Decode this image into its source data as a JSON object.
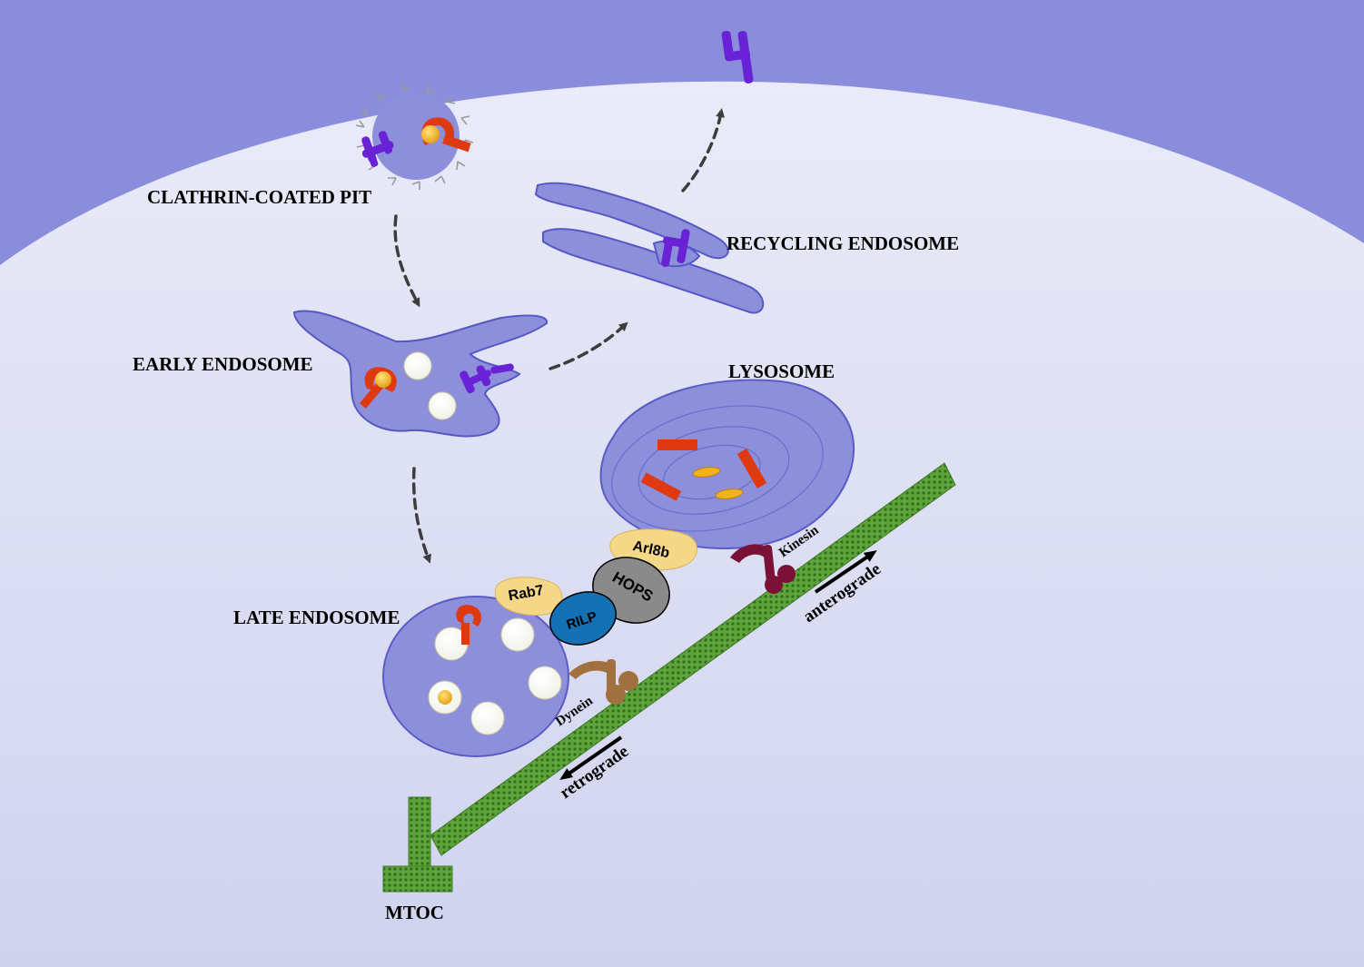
{
  "labels": {
    "clathrin_coated_pit": "CLATHRIN-COATED PIT",
    "early_endosome": "EARLY ENDOSOME",
    "recycling_endosome": "RECYCLING ENDOSOME",
    "lysosome": "LYSOSOME",
    "late_endosome": "LATE ENDOSOME",
    "mtoc": "MTOC"
  },
  "proteins": {
    "rab7": "Rab7",
    "rilp": "RILP",
    "hops": "HOPS",
    "arl8b": "Arl8b"
  },
  "motors": {
    "dynein": "Dynein",
    "kinesin": "Kinesin"
  },
  "directions": {
    "retrograde": "retrograde",
    "anterograde": "anterograde"
  },
  "colors": {
    "membrane": "#8a8cdc",
    "cytoplasm": "#e6e8f6",
    "organelle": "#8d8fdb",
    "microtubule": "#5ea43a",
    "receptor_red": "#dd3a12",
    "ligand_yellow": "#f2b21c",
    "recycling_receptor": "#6a22d6",
    "rab_yellow": "#f4d888",
    "rilp_blue": "#1471b4",
    "hops_gray": "#8a8a8a",
    "dynein_brown": "#a07040",
    "kinesin_maroon": "#7a1238"
  }
}
